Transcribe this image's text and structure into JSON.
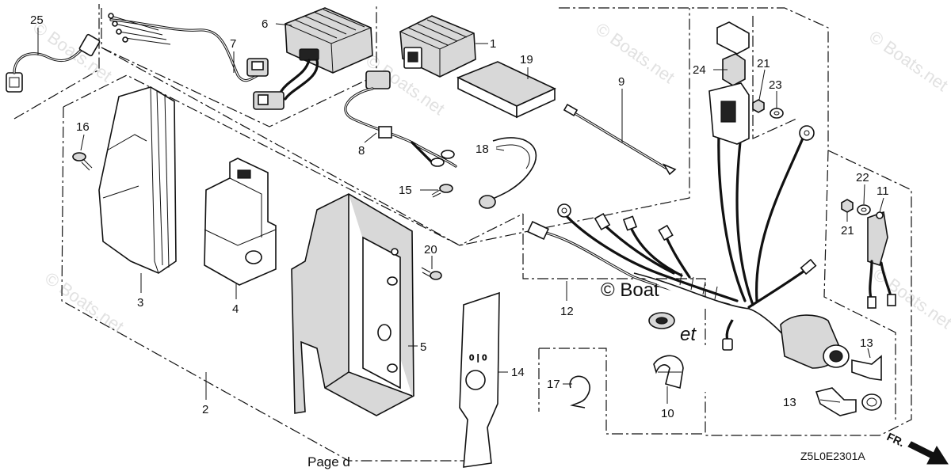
{
  "callouts": {
    "c1": "1",
    "c2": "2",
    "c3": "3",
    "c4": "4",
    "c5": "5",
    "c6": "6",
    "c7": "7",
    "c8": "8",
    "c9": "9",
    "c10": "10",
    "c11": "11",
    "c12": "12",
    "c13a": "13",
    "c13b": "13",
    "c14": "14",
    "c15": "15",
    "c16": "16",
    "c17": "17",
    "c18": "18",
    "c19": "19",
    "c20": "20",
    "c21a": "21",
    "c21b": "21",
    "c22": "22",
    "c23": "23",
    "c24": "24",
    "c25": "25"
  },
  "watermarks": {
    "w1": "© Boats.net",
    "w2": "© Boats.net",
    "w3": "© Boats.net",
    "w4": "© Boats.net",
    "w5": "© Boats.net",
    "center_left": "© Boat",
    "center_right": "et"
  },
  "page_ref": "Page d",
  "diagram_code": "Z5L0E2301A",
  "direction_label": "FR.",
  "colors": {
    "line": "#111111",
    "watermark": "#c9c9c9",
    "fill_gray": "#d8d8d8"
  }
}
